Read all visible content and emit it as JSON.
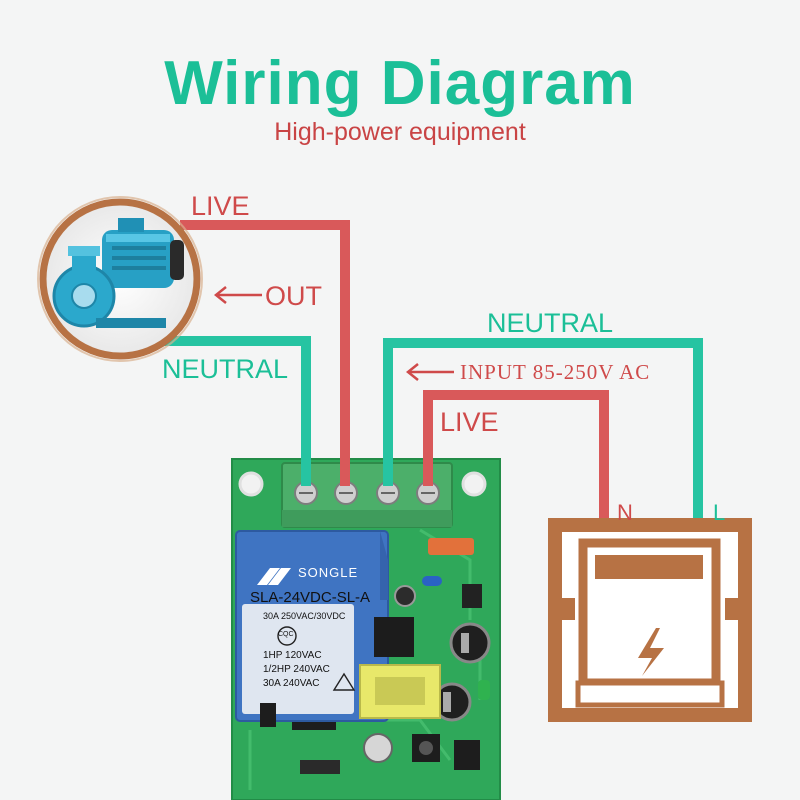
{
  "title": "Wiring Diagram",
  "subtitle": "High-power equipment",
  "labels": {
    "live_top": "LIVE",
    "out": "OUT",
    "neutral_left": "NEUTRAL",
    "neutral_right": "NEUTRAL",
    "input": "INPUT 85-250V AC",
    "live_mid": "LIVE",
    "n": "N",
    "l": "L"
  },
  "relay": {
    "brand": "SONGLE",
    "model": "SLA-24VDC-SL-A",
    "rating": "30A 250VAC/30VDC",
    "cqc": "CQC",
    "line1": "1HP 120VAC",
    "line2": "1/2HP 240VAC",
    "line3": "30A 240VAC"
  },
  "colors": {
    "live": "#d9595a",
    "neutral": "#26c4a2",
    "pcb": "#2fa85a",
    "terminal": "#4caf6a",
    "relay": "#3f74c2",
    "meter": "#b77244",
    "title": "#1bbf97"
  }
}
